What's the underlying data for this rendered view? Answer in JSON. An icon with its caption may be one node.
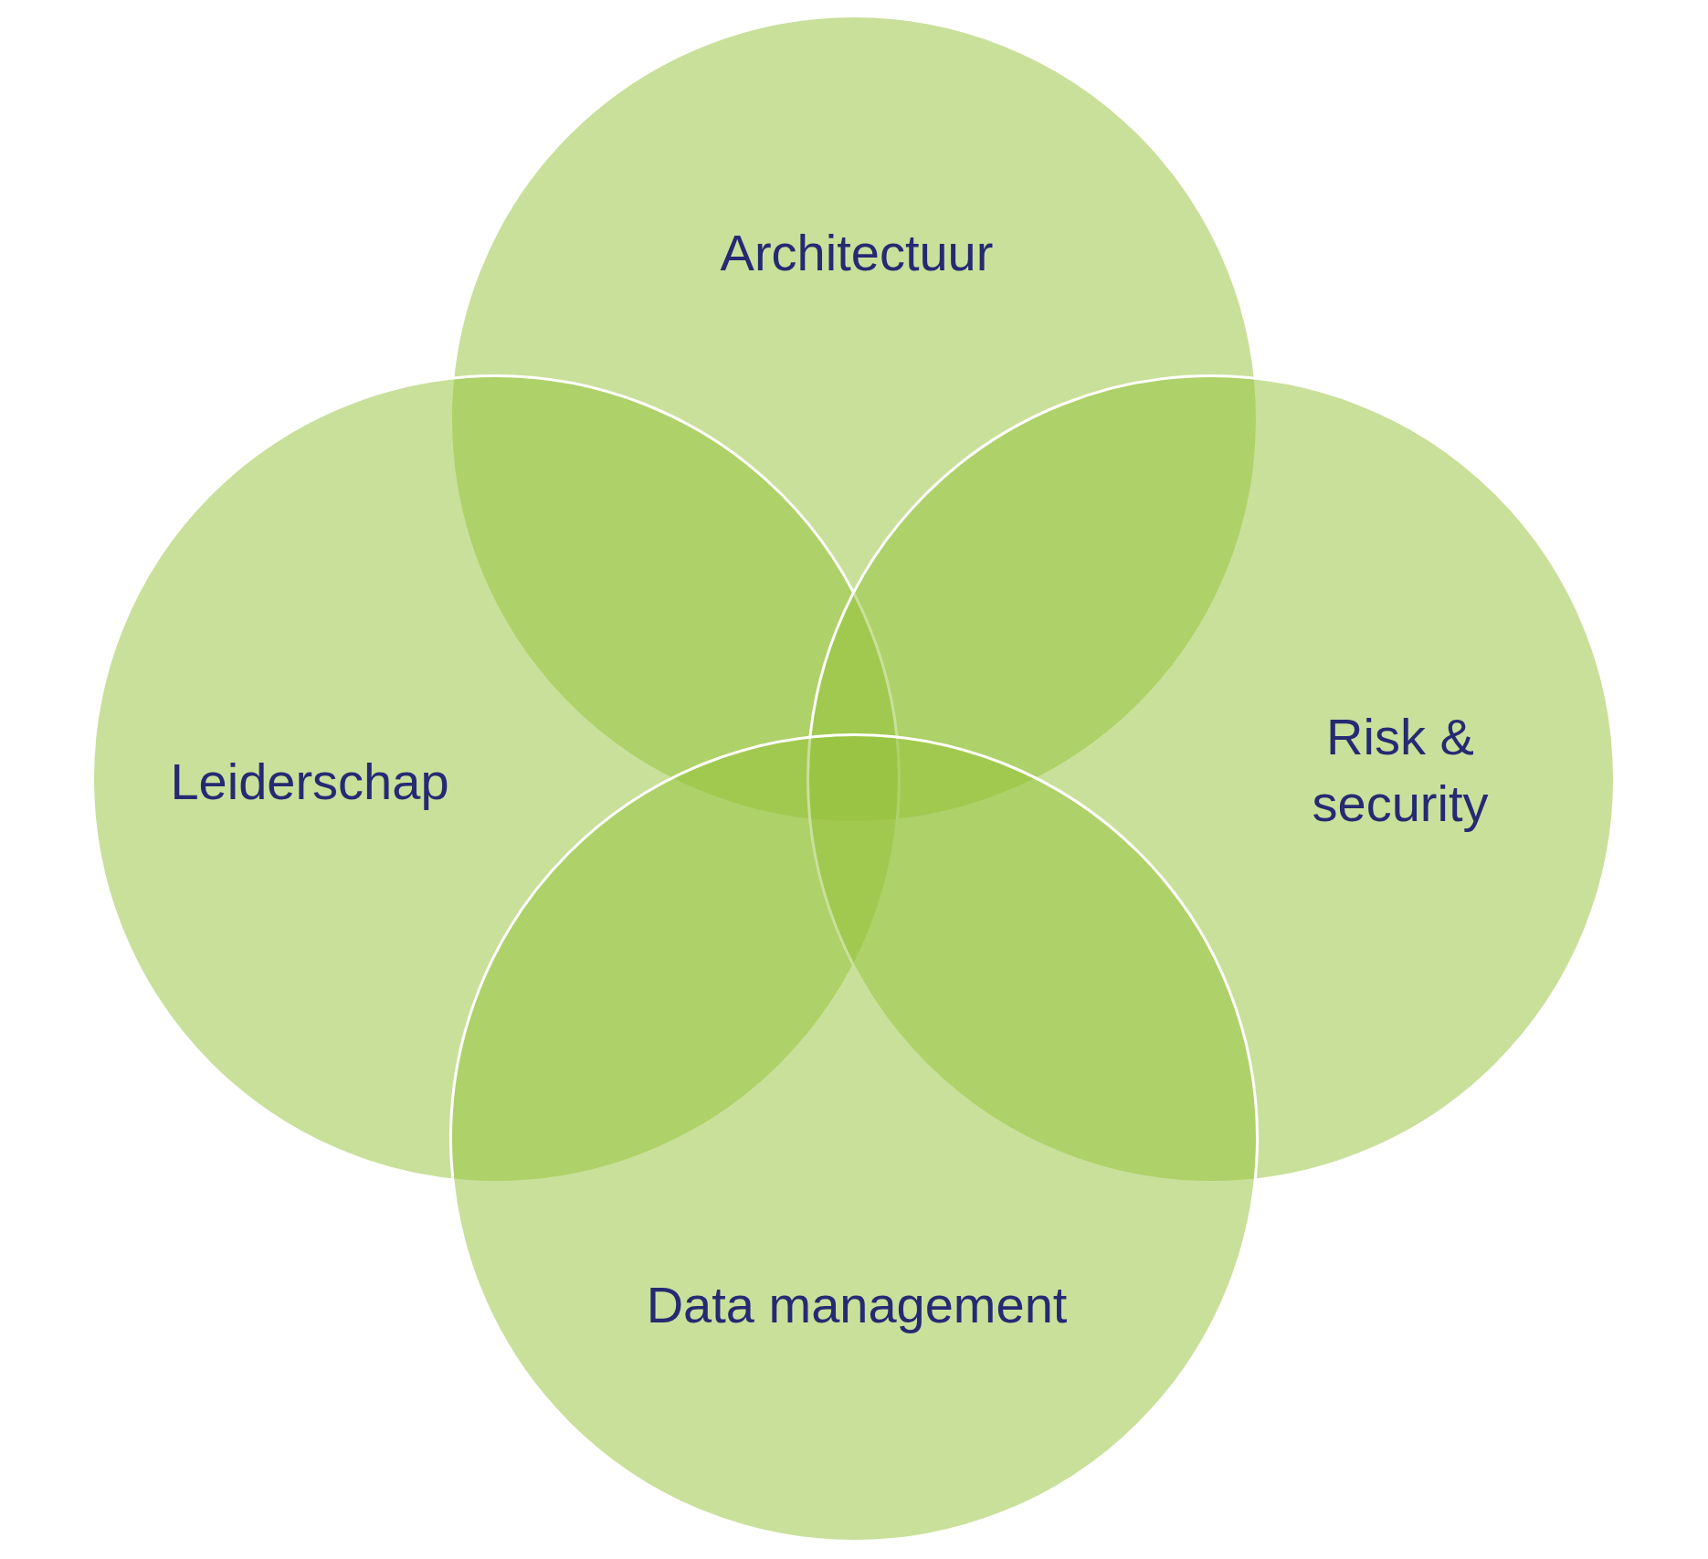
{
  "diagram": {
    "nodes": [
      {
        "text": [
          "Architectuur"
        ]
      },
      {
        "text": [
          "Leiderschap"
        ]
      },
      {
        "text": [
          "Risk & security"
        ]
      },
      {
        "text": [
          "Data management"
        ]
      }
    ]
  }
}
